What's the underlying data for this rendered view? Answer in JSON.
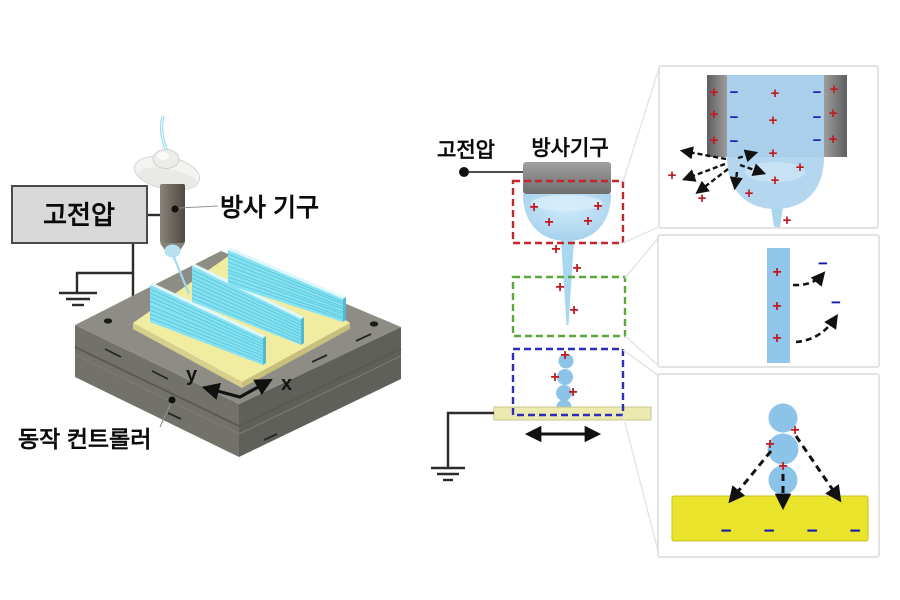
{
  "symbols": {
    "plus": "+",
    "minus": "−"
  },
  "apparatus": {
    "high_voltage_label": "고전압",
    "emitter_label": "방사 기구",
    "controller_label": "동작 컨트롤러",
    "axis_x_label": "x",
    "axis_y_label": "y"
  },
  "schematic": {
    "high_voltage_label": "고전압",
    "emitter_label": "방사기구"
  },
  "colors": {
    "plus_red": "#c0191f",
    "minus_navy": "#1515b2",
    "zone_red": "#c1272d",
    "zone_green": "#5aa838",
    "zone_blue": "#2d2db8",
    "collector_yellow": "#e9e42b",
    "substrate_yellow": "#edeab0",
    "droplet_blue": "#8cc3e8",
    "liquid_blue": "#a9cfeb",
    "panel_border": "#dadada"
  }
}
